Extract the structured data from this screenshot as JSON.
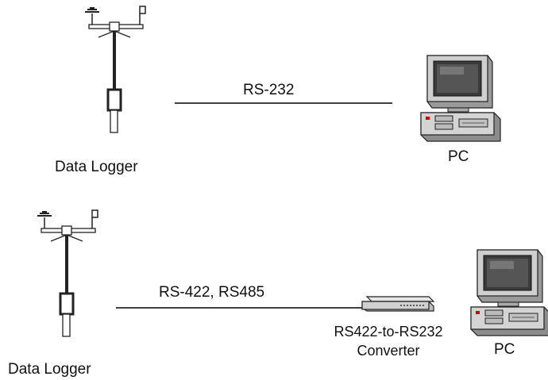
{
  "diagram": {
    "top": {
      "device_label": "Data Logger",
      "link_label": "RS-232",
      "pc_label": "PC"
    },
    "bottom": {
      "device_label": "Data Logger",
      "link_label": "RS-422, RS485",
      "converter_label_line1": "RS422-to-RS232",
      "converter_label_line2": "Converter",
      "pc_label": "PC"
    }
  },
  "colors": {
    "line": "#000000",
    "pc_body": "#c8c8c8",
    "pc_screen": "#333333",
    "led": "#cc0000",
    "logger_mast": "#222222"
  }
}
